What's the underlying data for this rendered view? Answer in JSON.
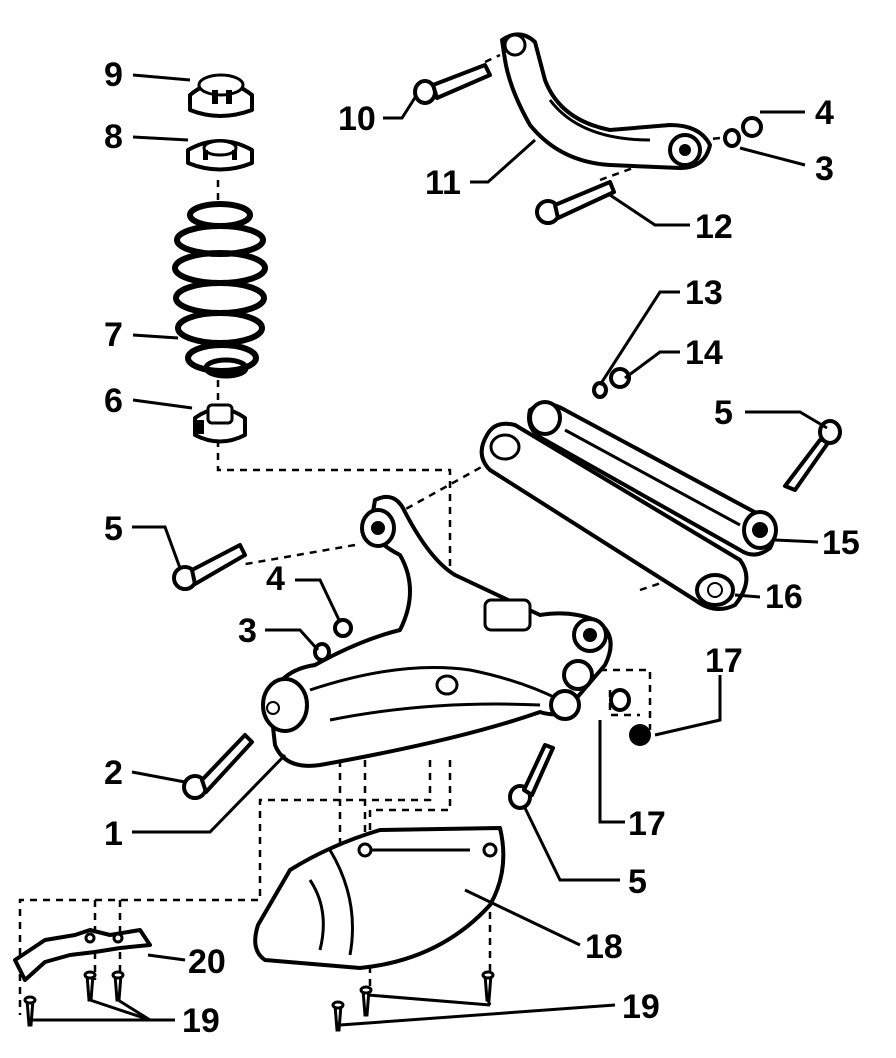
{
  "diagram": {
    "callouts": [
      {
        "id": "c9",
        "text": "9"
      },
      {
        "id": "c8",
        "text": "8"
      },
      {
        "id": "c7",
        "text": "7"
      },
      {
        "id": "c6",
        "text": "6"
      },
      {
        "id": "c10",
        "text": "10"
      },
      {
        "id": "c11",
        "text": "11"
      },
      {
        "id": "c12",
        "text": "12"
      },
      {
        "id": "c4a",
        "text": "4"
      },
      {
        "id": "c3a",
        "text": "3"
      },
      {
        "id": "c13",
        "text": "13"
      },
      {
        "id": "c14",
        "text": "14"
      },
      {
        "id": "c5a",
        "text": "5"
      },
      {
        "id": "c15",
        "text": "15"
      },
      {
        "id": "c16",
        "text": "16"
      },
      {
        "id": "c5b",
        "text": "5"
      },
      {
        "id": "c4b",
        "text": "4"
      },
      {
        "id": "c3b",
        "text": "3"
      },
      {
        "id": "c17a",
        "text": "17"
      },
      {
        "id": "c2",
        "text": "2"
      },
      {
        "id": "c1",
        "text": "1"
      },
      {
        "id": "c17b",
        "text": "17"
      },
      {
        "id": "c5c",
        "text": "5"
      },
      {
        "id": "c18",
        "text": "18"
      },
      {
        "id": "c20",
        "text": "20"
      },
      {
        "id": "c19a",
        "text": "19"
      },
      {
        "id": "c19b",
        "text": "19"
      }
    ]
  }
}
